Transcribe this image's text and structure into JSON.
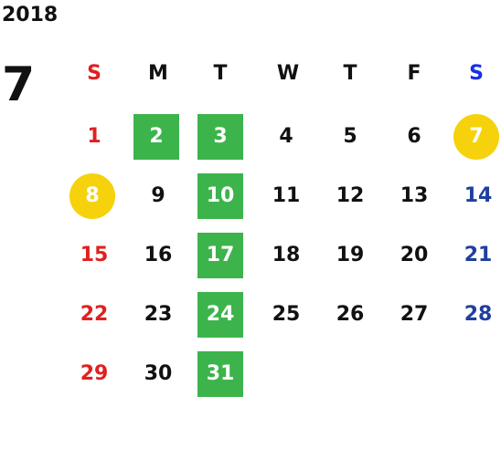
{
  "year": "2018",
  "month": "7",
  "weekdays": [
    "S",
    "M",
    "T",
    "W",
    "T",
    "F",
    "S"
  ],
  "weeks": [
    [
      "",
      "",
      "",
      "",
      "",
      "",
      ""
    ],
    [
      "1",
      "2",
      "3",
      "4",
      "5",
      "6",
      "7"
    ],
    [
      "8",
      "9",
      "10",
      "11",
      "12",
      "13",
      "14"
    ],
    [
      "15",
      "16",
      "17",
      "18",
      "19",
      "20",
      "21"
    ],
    [
      "22",
      "23",
      "24",
      "25",
      "26",
      "27",
      "28"
    ],
    [
      "29",
      "30",
      "31",
      "",
      "",
      "",
      ""
    ]
  ],
  "highlights": {
    "green": [
      "2",
      "3",
      "10",
      "17",
      "24",
      "31"
    ],
    "yellow": [
      "7",
      "8"
    ]
  },
  "colors": {
    "sunday": "#e02020",
    "saturday": "#1f3f9f",
    "saturday_header": "#1a2ee8",
    "green_highlight": "#3cb44b",
    "yellow_highlight": "#f5d20c",
    "text": "#111111"
  }
}
